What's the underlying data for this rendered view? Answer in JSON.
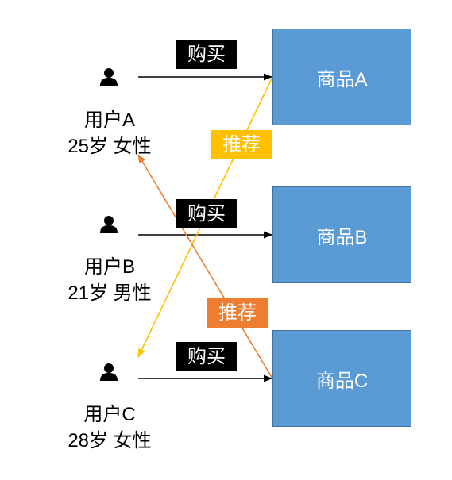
{
  "users": [
    {
      "name": "用户A",
      "info": "25岁 女性"
    },
    {
      "name": "用户B",
      "info": "21岁 男性"
    },
    {
      "name": "用户C",
      "info": "28岁 女性"
    }
  ],
  "products": [
    {
      "label": "商品A"
    },
    {
      "label": "商品B"
    },
    {
      "label": "商品C"
    }
  ],
  "buy_label": "购买",
  "recommend_label": "推荐",
  "colors": {
    "product_fill": "#5b9bd5",
    "product_border": "#41719c",
    "recommend_yellow": "#ffc000",
    "recommend_orange": "#ed7d31",
    "buy_arrow": "#000000"
  }
}
